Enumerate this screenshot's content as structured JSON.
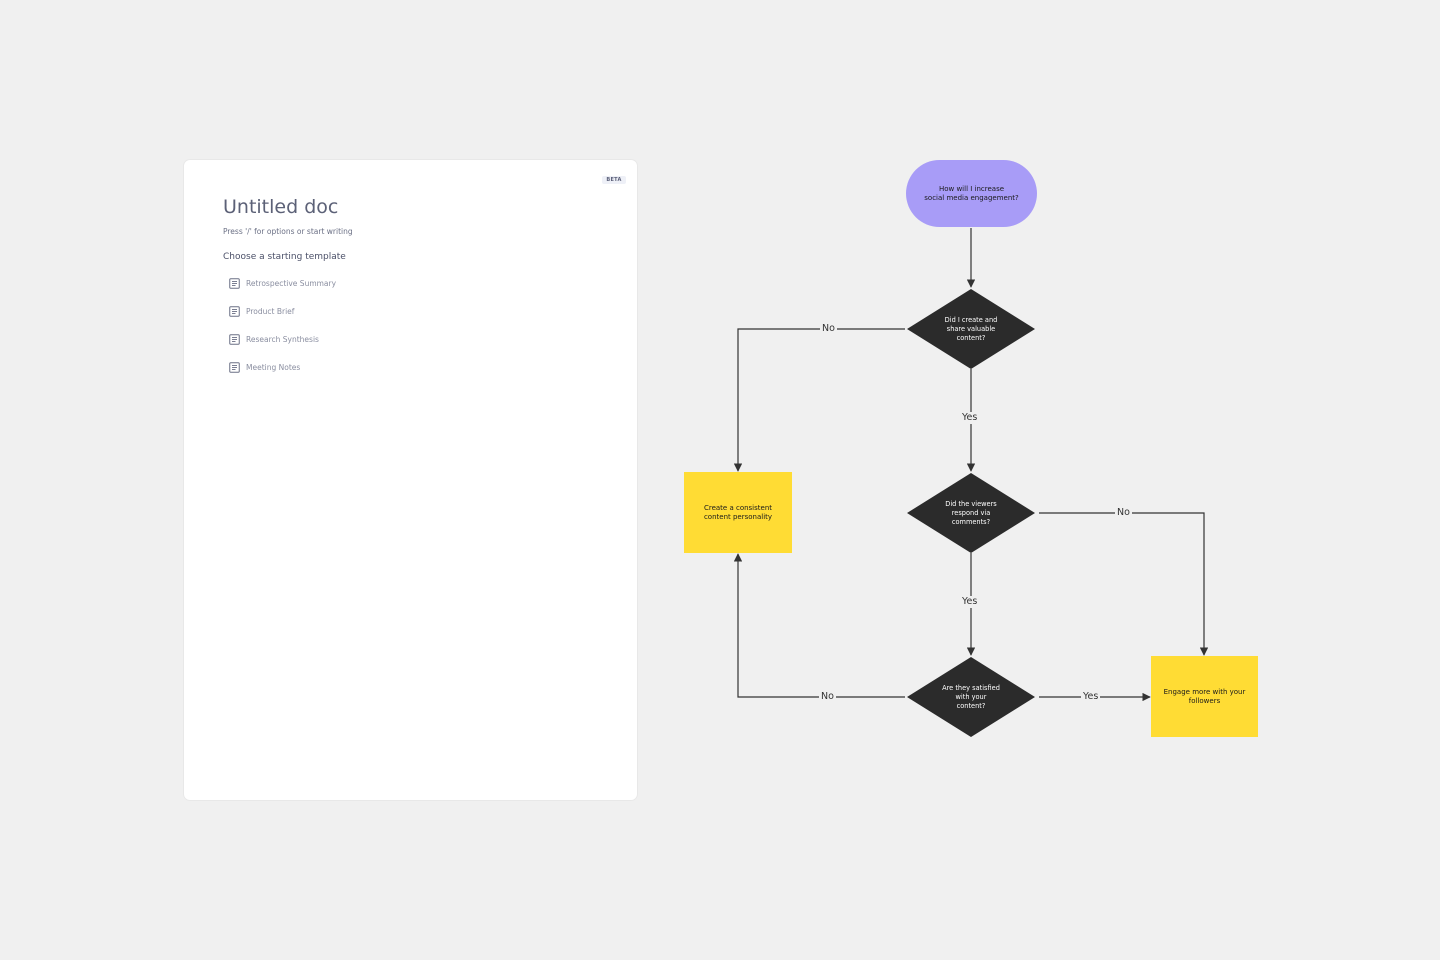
{
  "doc": {
    "badge": "BETA",
    "title": "Untitled doc",
    "hint": "Press '/' for options or start writing",
    "template_heading": "Choose a starting template",
    "templates": [
      {
        "label": "Retrospective Summary",
        "icon": "document-icon"
      },
      {
        "label": "Product Brief",
        "icon": "document-icon"
      },
      {
        "label": "Research Synthesis",
        "icon": "document-icon"
      },
      {
        "label": "Meeting Notes",
        "icon": "document-icon"
      }
    ]
  },
  "flowchart": {
    "nodes": {
      "start": "How will I increase\nsocial media engagement?",
      "decision1": "Did I create and\nshare valuable\ncontent?",
      "decision2": "Did the viewers\nrespond via\ncomments?",
      "decision3": "Are they satisfied\nwith your\ncontent?",
      "action_personality": "Create a consistent\ncontent personality",
      "action_engage": "Engage more with your\nfollowers"
    },
    "edges": {
      "d1_no": "No",
      "d1_yes": "Yes",
      "d2_no": "No",
      "d2_yes": "Yes",
      "d3_no": "No",
      "d3_yes": "Yes"
    },
    "colors": {
      "start_fill": "#a89cf7",
      "decision_fill": "#2b2b2b",
      "action_fill": "#ffdc34",
      "line": "#333333",
      "canvas": "#f0f0f0"
    }
  }
}
